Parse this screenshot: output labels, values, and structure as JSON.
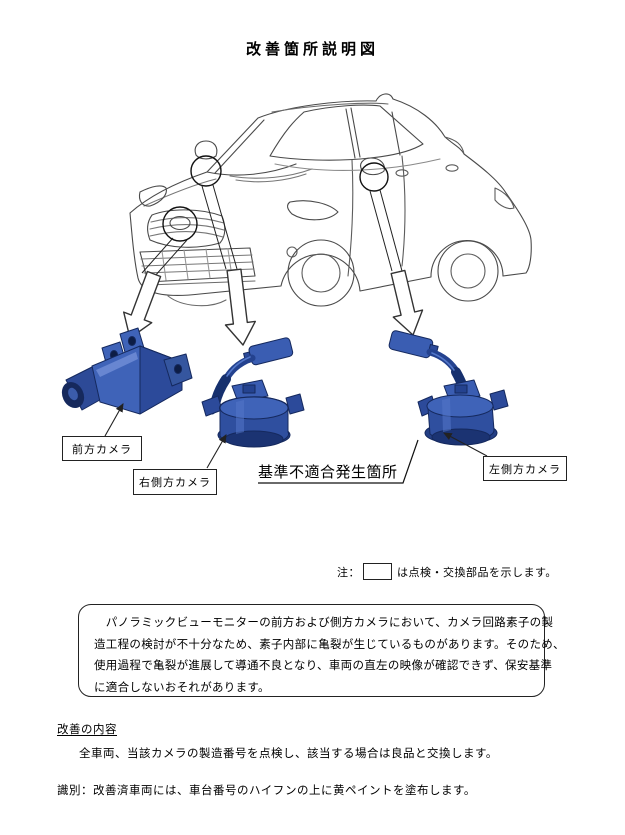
{
  "page": {
    "title": "改善箇所説明図"
  },
  "diagram": {
    "front_camera_label": "前方カメラ",
    "right_camera_label": "右側方カメラ",
    "left_camera_label": "左側方カメラ",
    "defect_label": "基準不適合発生箇所",
    "note_prefix": "注：",
    "note_suffix": "は点検・交換部品を示します。"
  },
  "description_box": {
    "lines": [
      "　パノラミックビューモニターの前方および側方カメラにおいて、カメラ回路素子の製",
      "造工程の検討が不十分なため、素子内部に亀裂が生じているものがあります。そのため、",
      "使用過程で亀裂が進展して導通不良となり、車両の直左の映像が確認できず、保安基準",
      "に適合しないおそれがあります。"
    ]
  },
  "sections": {
    "improvement_heading": "改善の内容",
    "improvement_body": "全車両、当該カメラの製造番号を点検し、該当する場合は良品と交換します。",
    "identification": "識別：改善済車両には、車台番号のハイフンの上に黄ペイントを塗布します。"
  },
  "colors": {
    "camera_blue": "#3f63b8",
    "camera_blue_mid": "#2f4f9f",
    "camera_blue_dark": "#24428f",
    "camera_outline": "#15295e",
    "line_art_gray": "#4a4a4a"
  }
}
